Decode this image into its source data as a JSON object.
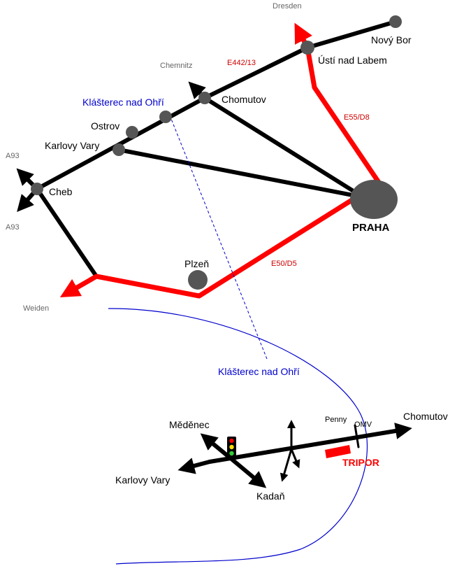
{
  "colors": {
    "main_road": "#000000",
    "highway": "#ff0000",
    "city_dot": "#555555",
    "blue_line": "#0000cc",
    "gray_text": "#666666",
    "road_label": "#cc0000",
    "tripor": "#ff0000"
  },
  "overview": {
    "cities": {
      "dresden": "Dresden",
      "novy_bor": "Nový Bor",
      "usti": "Ústí nad Labem",
      "chemnitz": "Chemnitz",
      "chomutov": "Chomutov",
      "klasterec": "Klášterec nad Ohří",
      "ostrov": "Ostrov",
      "karlovy_vary": "Karlovy Vary",
      "cheb": "Cheb",
      "a93_top": "A93",
      "a93_bottom": "A93",
      "plzen": "Plzeň",
      "praha": "PRAHA",
      "weiden": "Weiden"
    },
    "roads": {
      "e442": "E442/13",
      "e55": "E55/D8",
      "e50": "E50/D5"
    }
  },
  "detail": {
    "title": "Klášterec nad Ohří",
    "labels": {
      "chomutov": "Chomutov",
      "medenec": "Měděnec",
      "karlovy_vary": "Karlovy Vary",
      "kadan": "Kadaň",
      "penny": "Penny",
      "omv": "OMV",
      "tripor": "TRIPOR"
    },
    "icons": [
      "traffic-light-icon"
    ]
  }
}
